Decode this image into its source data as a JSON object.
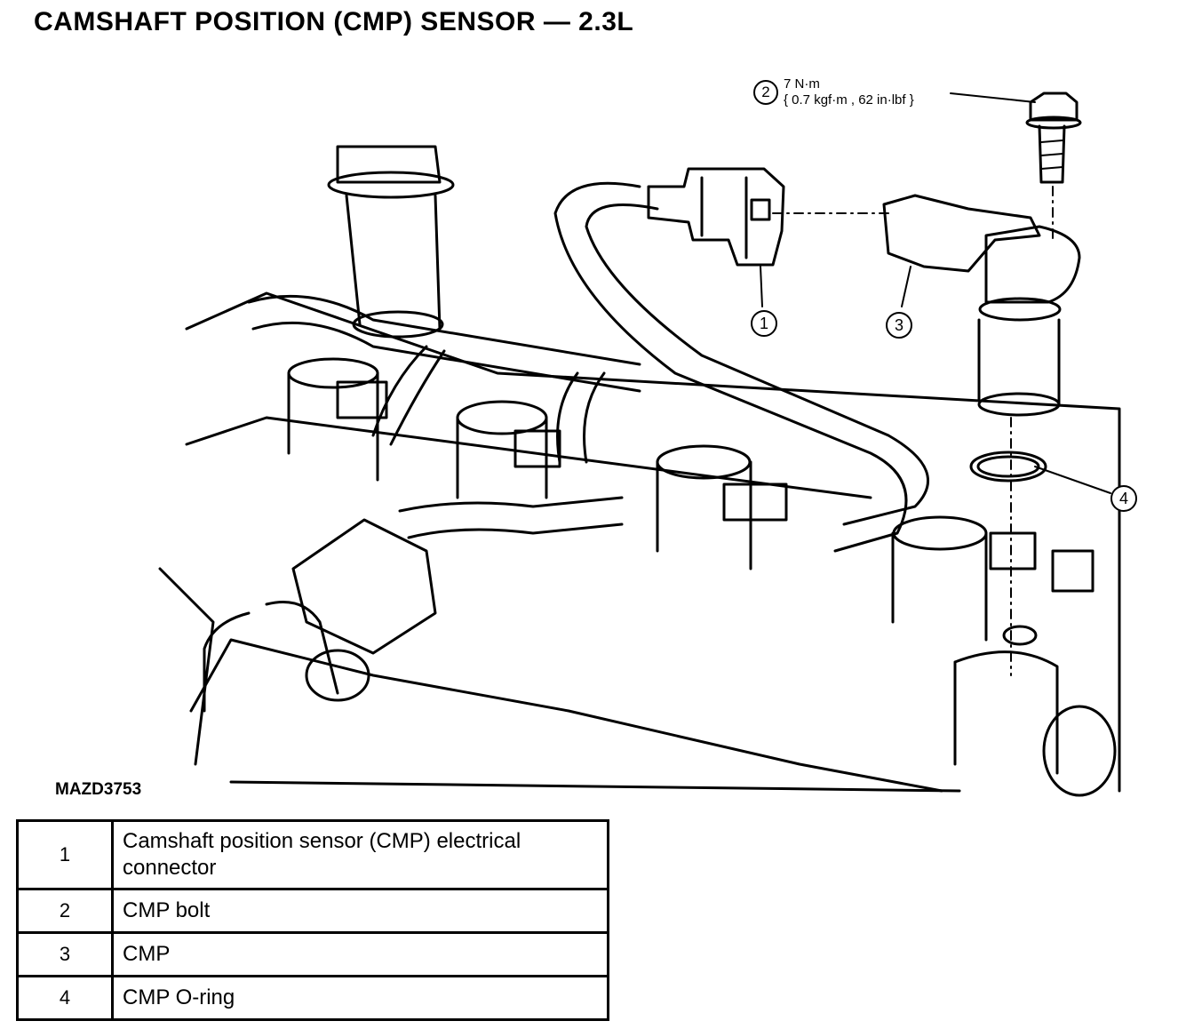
{
  "title": "CAMSHAFT POSITION (CMP) SENSOR — 2.3L",
  "figure_id": "MAZD3753",
  "torque": {
    "ref": "2",
    "line1": "7 N·m",
    "line2": "{ 0.7 kgf·m , 62 in·lbf }"
  },
  "callouts": [
    "1",
    "3",
    "4"
  ],
  "legend": [
    {
      "num": "1",
      "desc": "Camshaft position sensor (CMP) electrical connector"
    },
    {
      "num": "2",
      "desc": "CMP bolt"
    },
    {
      "num": "3",
      "desc": "CMP"
    },
    {
      "num": "4",
      "desc": "CMP O-ring"
    }
  ]
}
